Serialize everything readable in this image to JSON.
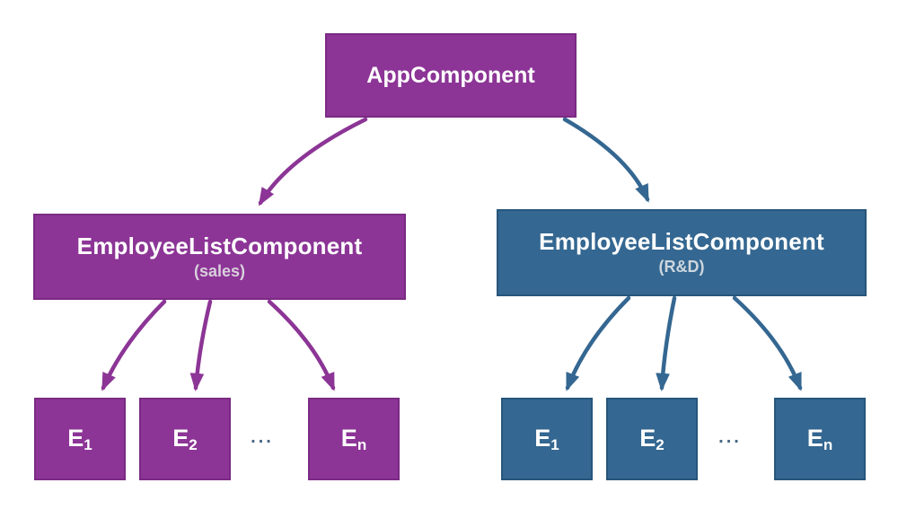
{
  "colors": {
    "purple": "#8c3596",
    "purple_border": "#7b2a84",
    "blue": "#346791",
    "blue_border": "#27567c",
    "label_text": "#ffffff",
    "subtitle_text": "#d9d0dc",
    "ellipsis": "#4a6785",
    "background": "#ffffff"
  },
  "tree": {
    "root": {
      "label": "AppComponent",
      "color": "purple"
    },
    "branches": [
      {
        "id": "sales",
        "title": "EmployeeListComponent",
        "subtitle": "(sales)",
        "color": "purple",
        "leaves": [
          {
            "base": "E",
            "sub": "1"
          },
          {
            "base": "E",
            "sub": "2"
          },
          {
            "base": "E",
            "sub": "n"
          }
        ],
        "ellipsis": "..."
      },
      {
        "id": "rnd",
        "title": "EmployeeListComponent",
        "subtitle": "(R&D)",
        "color": "blue",
        "leaves": [
          {
            "base": "E",
            "sub": "1"
          },
          {
            "base": "E",
            "sub": "2"
          },
          {
            "base": "E",
            "sub": "n"
          }
        ],
        "ellipsis": "..."
      }
    ]
  }
}
